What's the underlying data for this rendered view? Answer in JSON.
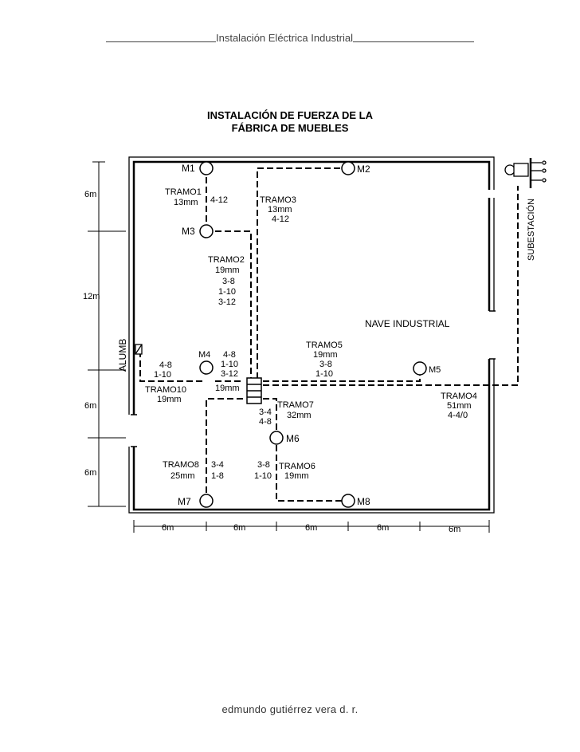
{
  "header": {
    "text": "Instalación Eléctrica Industrial"
  },
  "title": {
    "line1": "INSTALACIÓN DE FUERZA DE LA",
    "line2": "FÁBRICA DE MUEBLES"
  },
  "footer": {
    "text": "edmundo gutiérrez vera d. r."
  },
  "labels": {
    "alumb": "ALUMB",
    "subestacion": "SUBESTACIÓN",
    "nave": "NAVE INDUSTRIAL"
  },
  "motors": {
    "m1": "M1",
    "m2": "M2",
    "m3": "M3",
    "m4": "M4",
    "m5": "M5",
    "m6": "M6",
    "m7": "M7",
    "m8": "M8"
  },
  "tramos": {
    "t1": {
      "name": "TRAMO1",
      "size": "13mm",
      "cond": "4-12"
    },
    "t2": {
      "name": "TRAMO2",
      "size": "19mm",
      "c1": "3-8",
      "c2": "1-10",
      "c3": "3-12"
    },
    "t3": {
      "name": "TRAMO3",
      "size": "13mm",
      "cond": "4-12"
    },
    "t4": {
      "name": "TRAMO4",
      "size": "51mm",
      "cond": "4-4/0"
    },
    "t5": {
      "name": "TRAMO5",
      "size": "19mm",
      "c1": "3-8",
      "c2": "1-10"
    },
    "t6": {
      "name": "TRAMO6",
      "size": "19mm",
      "c1": "3-8",
      "c2": "1-10"
    },
    "t7": {
      "name": "TRAMO7",
      "size": "32mm",
      "c1": "3-4",
      "c2": "4-8"
    },
    "t8": {
      "name": "TRAMO8",
      "size": "25mm",
      "c1": "3-4",
      "c2": "1-8"
    },
    "t10": {
      "name": "TRAMO10",
      "size": "19mm",
      "c1": "4-8",
      "c2": "1-10"
    },
    "m4cond": {
      "c1": "4-8",
      "c2": "1-10",
      "c3": "3-12",
      "size": "19mm"
    }
  },
  "dims": {
    "left": [
      "6m",
      "12m",
      "6m",
      "6m"
    ],
    "bottom": [
      "6m",
      "6m",
      "6m",
      "6m",
      "6m"
    ]
  }
}
